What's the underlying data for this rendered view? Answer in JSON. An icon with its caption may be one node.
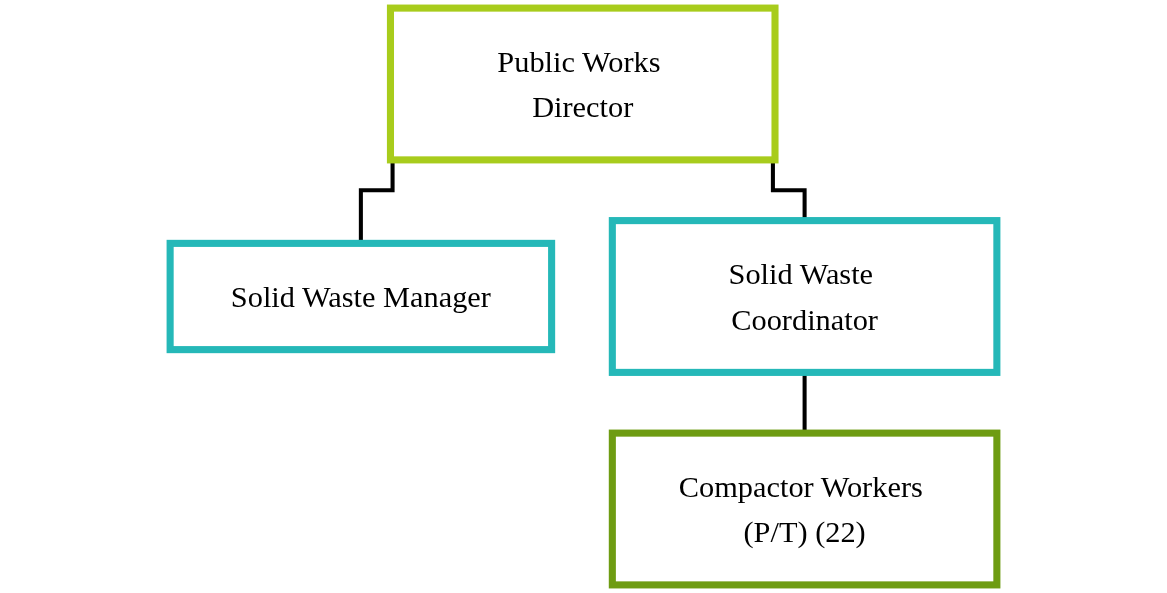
{
  "diagram": {
    "nodes": [
      {
        "text": [
          "Public Works Director"
        ]
      },
      {
        "text": [
          "Solid Waste Manager"
        ]
      },
      {
        "text": [
          "Solid Waste Coordinator"
        ]
      },
      {
        "text": [
          "Compactor Workers (P/T) (22)"
        ]
      }
    ],
    "edges": [
      {
        "from": 0,
        "to": 1,
        "arrow": "none"
      },
      {
        "from": 0,
        "to": 2,
        "arrow": "none"
      },
      {
        "from": 2,
        "to": 3,
        "arrow": "none"
      }
    ]
  }
}
